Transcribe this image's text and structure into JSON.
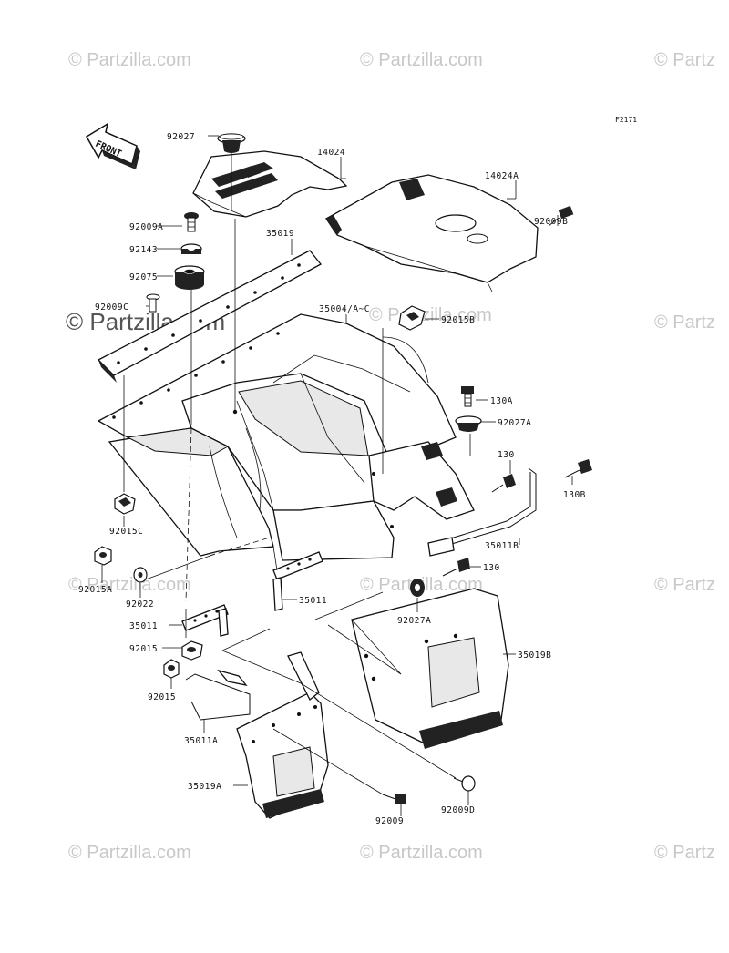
{
  "figure_ref": "F2171",
  "front_label": "FRONT",
  "watermarks": [
    "© Partzilla.com",
    "© Partzilla.com",
    "© Partz",
    "© Partzilla.com",
    "© Partz",
    "© Partzilla.com",
    "© Partzilla.com",
    "© Partzilla.com",
    "© Partz",
    "© Partzilla.com",
    "© Partzilla.com",
    "© Partz"
  ],
  "parts": [
    "92027",
    "14024",
    "14024A",
    "92009A",
    "92009B",
    "92143",
    "35019",
    "92075",
    "92009C",
    "35004/A~C",
    "92015B",
    "130A",
    "92027A",
    "130",
    "130B",
    "92015C",
    "35011B",
    "92015A",
    "92022",
    "130",
    "35011",
    "92027A",
    "35011",
    "35019B",
    "92015",
    "92015",
    "35011A",
    "35019A",
    "92009",
    "92009D"
  ]
}
